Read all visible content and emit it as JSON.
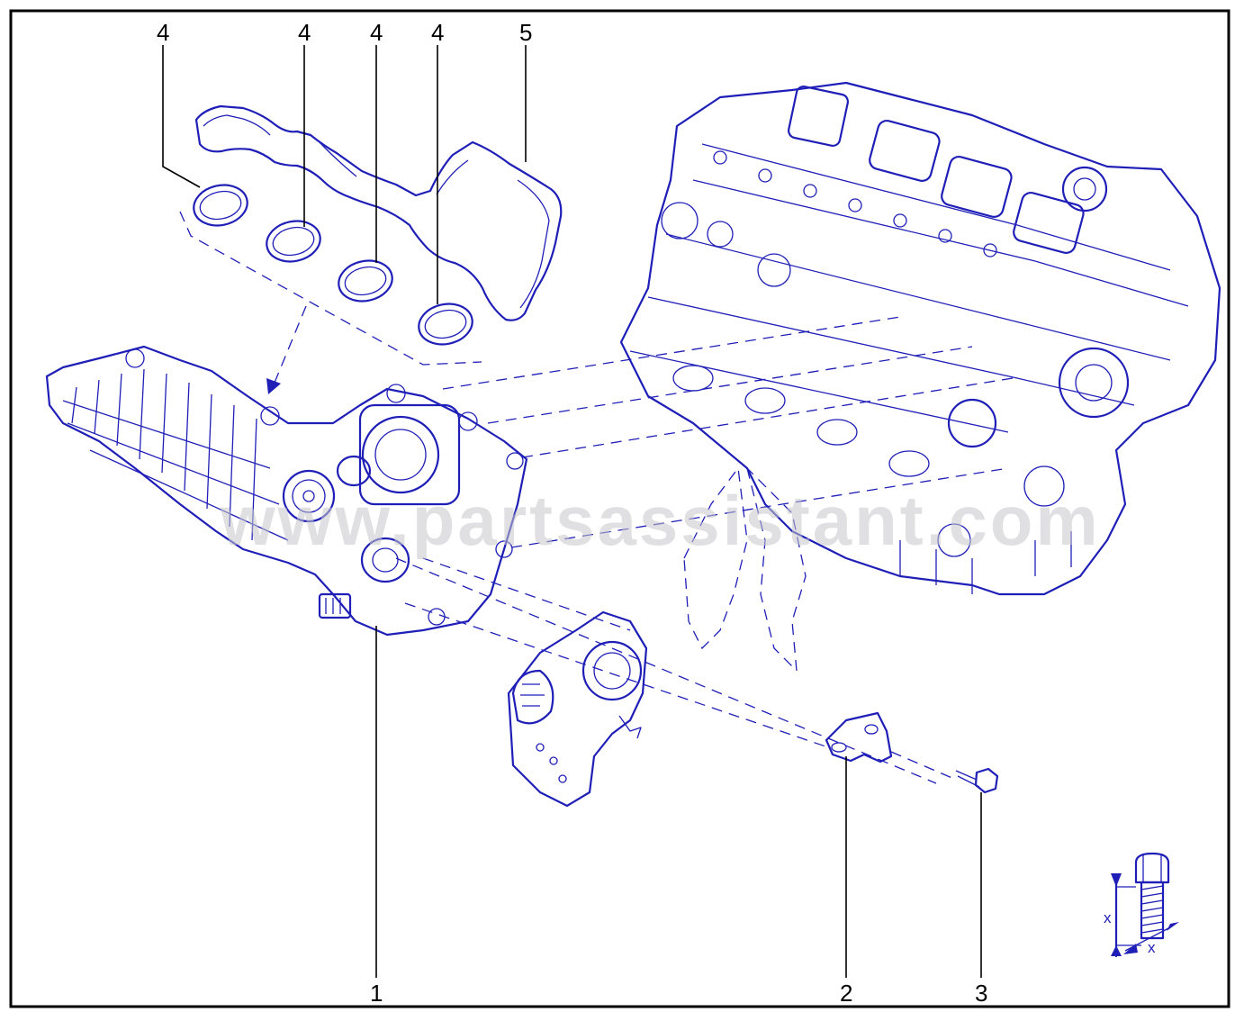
{
  "watermark": "www.partsassistant.com",
  "callouts": [
    {
      "id": "gasket-ring-a",
      "label": "4"
    },
    {
      "id": "gasket-ring-b",
      "label": "4"
    },
    {
      "id": "gasket-ring-c",
      "label": "4"
    },
    {
      "id": "gasket-ring-d",
      "label": "4"
    },
    {
      "id": "manifold-gasket",
      "label": "5"
    },
    {
      "id": "intake-manifold",
      "label": "1"
    },
    {
      "id": "bracket",
      "label": "2"
    },
    {
      "id": "bolt",
      "label": "3"
    }
  ],
  "bolt_symbol": {
    "dim_a": "x",
    "dim_b": "x"
  },
  "colors": {
    "linework": "#1f1fb8",
    "frame": "#000000",
    "watermark": "#c8c8cc"
  }
}
